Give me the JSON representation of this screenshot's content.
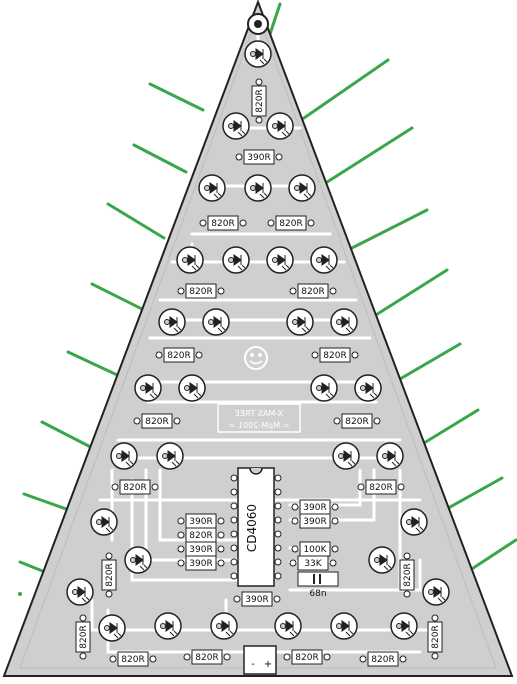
{
  "colors": {
    "board": "#cfcfcf",
    "outline": "#222222",
    "trace": "#ffffff",
    "ink": "#111111",
    "green": "#3aa64a",
    "pad": "#ffffff"
  },
  "chip": {
    "label": "CD4060"
  },
  "title": {
    "line1": "X-MAS TREE",
    "line2": "= MpM-2001 ="
  },
  "capacitor": {
    "label": "68n"
  },
  "battery": {
    "minus": "-",
    "plus": "+"
  },
  "resistors": [
    {
      "label": "820R"
    },
    {
      "label": "390R"
    },
    {
      "label": "820R"
    },
    {
      "label": "820R"
    },
    {
      "label": "820R"
    },
    {
      "label": "820R"
    },
    {
      "label": "820R"
    },
    {
      "label": "820R"
    },
    {
      "label": "820R"
    },
    {
      "label": "820R"
    },
    {
      "label": "820R"
    },
    {
      "label": "820R"
    },
    {
      "label": "390R"
    },
    {
      "label": "820R"
    },
    {
      "label": "390R"
    },
    {
      "label": "390R"
    },
    {
      "label": "390R"
    },
    {
      "label": "390R"
    },
    {
      "label": "100K"
    },
    {
      "label": "33K"
    },
    {
      "label": "820R"
    },
    {
      "label": "820R"
    },
    {
      "label": "820R"
    },
    {
      "label": "820R"
    },
    {
      "label": "820R"
    },
    {
      "label": "820R"
    },
    {
      "label": "820R"
    },
    {
      "label": "820R"
    },
    {
      "label": "390R"
    }
  ]
}
